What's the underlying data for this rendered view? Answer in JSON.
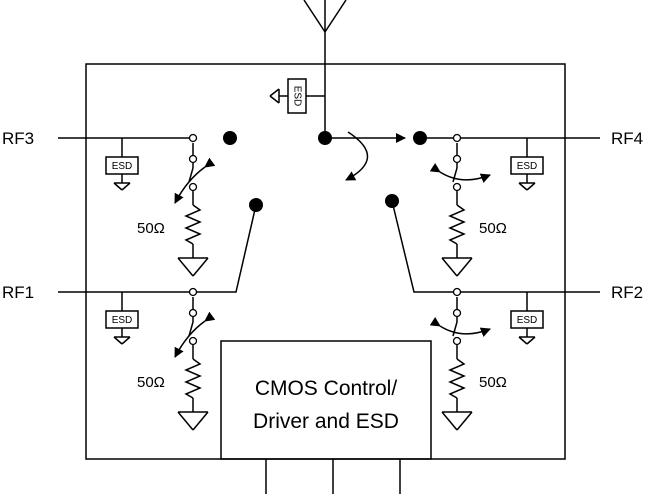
{
  "ports": {
    "rf1": "RF1",
    "rf2": "RF2",
    "rf3": "RF3",
    "rf4": "RF4"
  },
  "resistor_label": "50Ω",
  "esd_label": "ESD",
  "control_block": {
    "line1": "CMOS Control/",
    "line2": "Driver and ESD"
  },
  "colors": {
    "stroke": "#000000",
    "background": "#ffffff"
  }
}
